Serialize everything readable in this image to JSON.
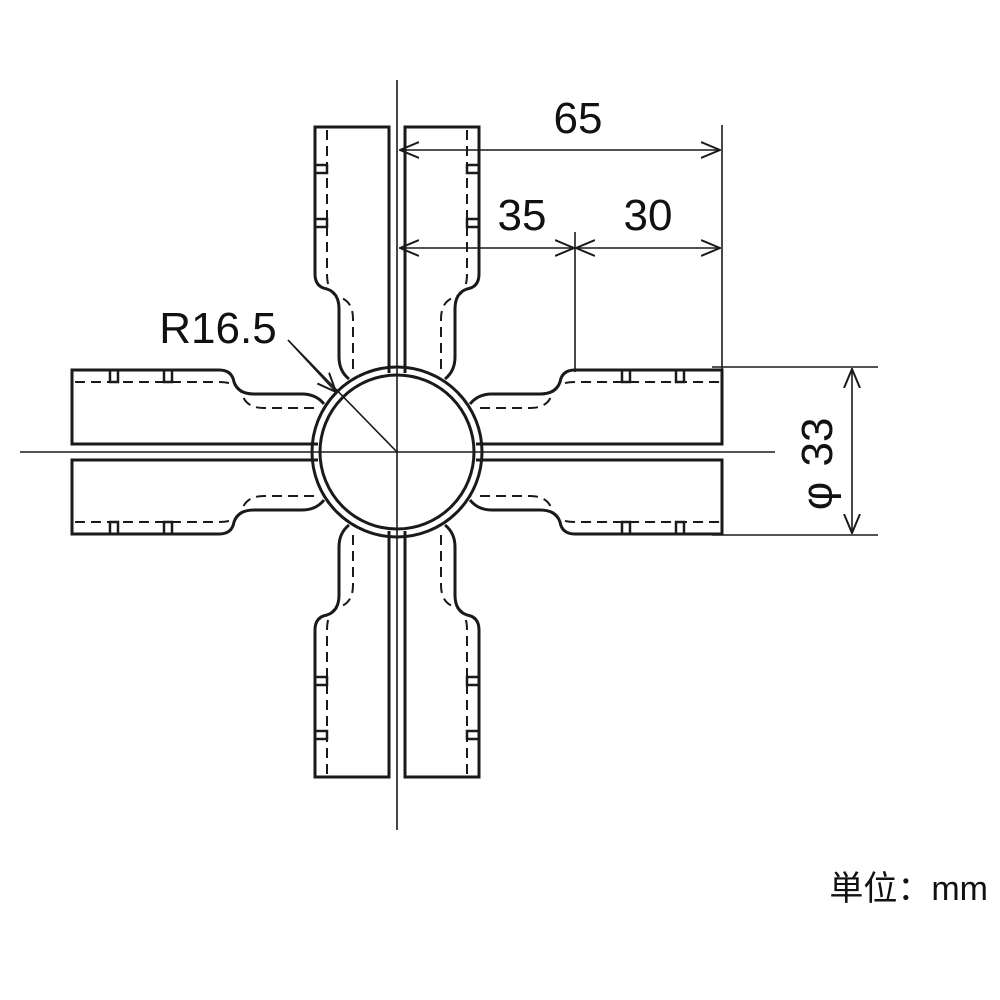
{
  "dimensions": {
    "overall_length": "65",
    "segment_a": "35",
    "segment_b": "30",
    "radius": "R16.5",
    "diameter_symbol": "φ",
    "diameter_value": "33"
  },
  "units_label": "単位：mm",
  "colors": {
    "line": "#1a1a1a",
    "background": "#ffffff"
  }
}
